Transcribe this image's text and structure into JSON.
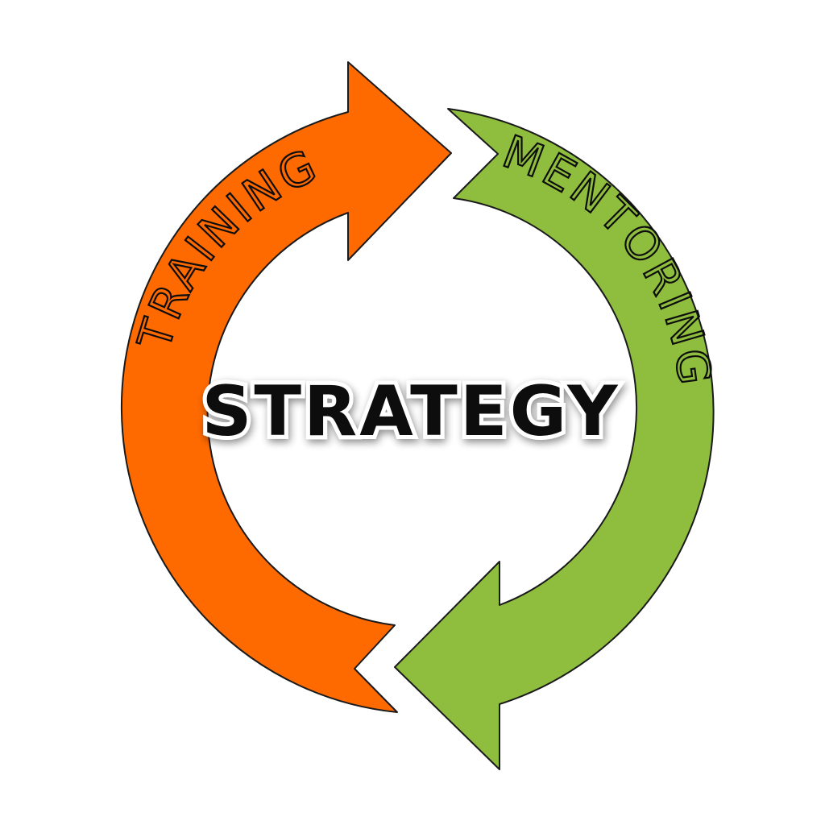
{
  "diagram": {
    "center_label": "STRATEGY",
    "arrows": [
      {
        "id": "training",
        "label": "TRAINING",
        "color": "#ff6a00"
      },
      {
        "id": "mentoring",
        "label": "MENTORING",
        "color": "#8fbe3e"
      }
    ],
    "outline_color": "#1a1a1a",
    "text_color": "#0d0d0d"
  }
}
